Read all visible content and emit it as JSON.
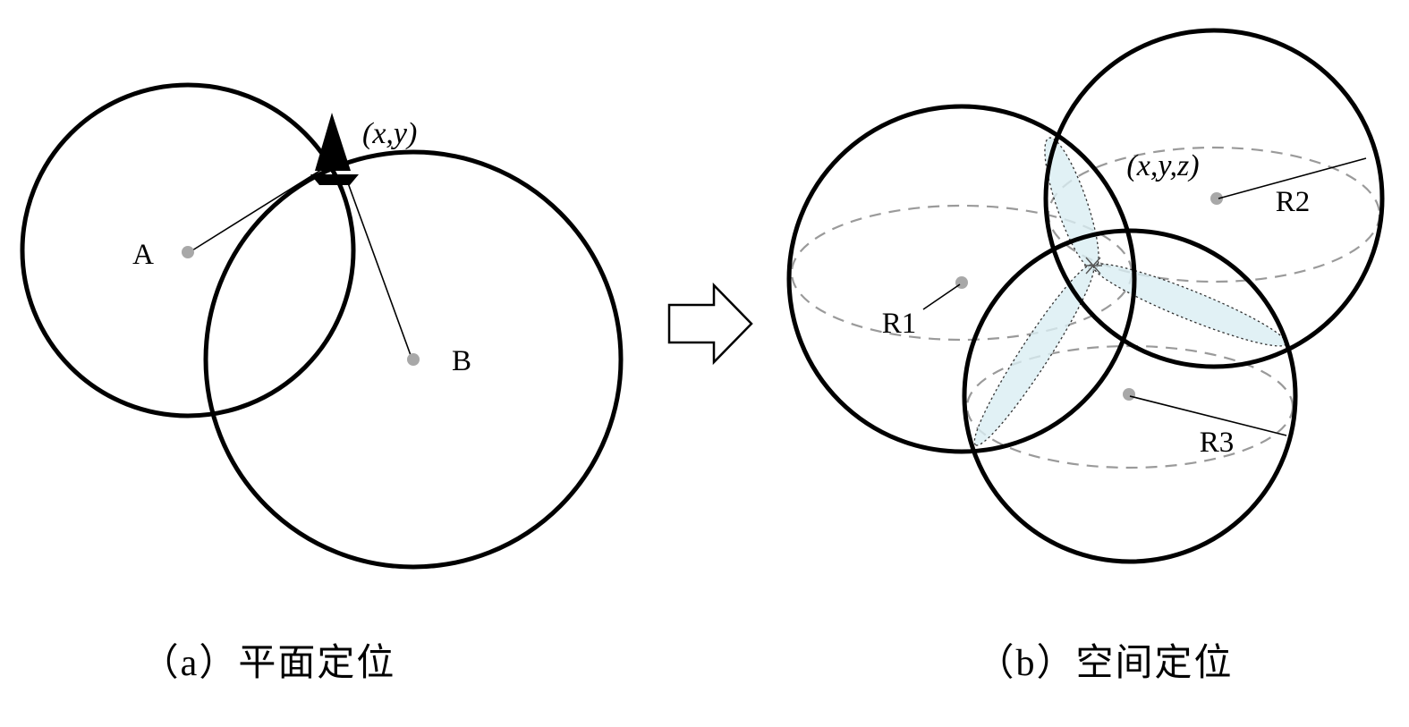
{
  "figure": {
    "panel_a": {
      "caption": "（a）平面定位",
      "point_label": "(x,y)",
      "center_labels": {
        "a": "A",
        "b": "B"
      }
    },
    "panel_b": {
      "caption": "（b）空间定位",
      "point_label": "(x,y,z)",
      "center_labels": {
        "r1": "R1",
        "r2": "R2",
        "r3": "R3"
      }
    },
    "colors": {
      "circle_stroke": "#000000",
      "dashed_stroke": "#9a9a9a",
      "dot_fill": "#a8a8a8",
      "petal_fill": "#d9edf2"
    }
  }
}
